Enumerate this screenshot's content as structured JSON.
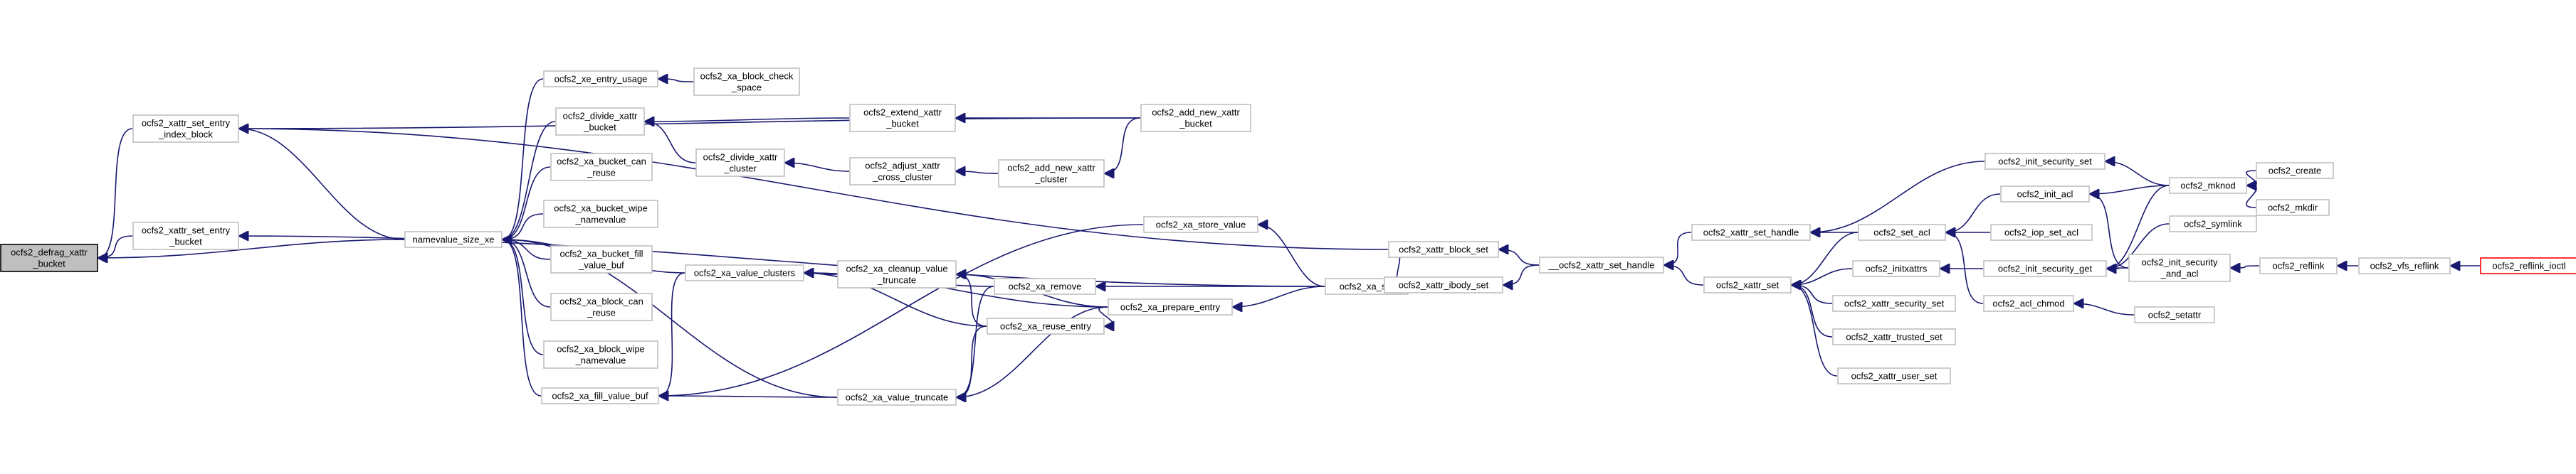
{
  "graph": {
    "colors": {
      "edge": "#191970",
      "root_fill": "#bfbfbf",
      "node_border": "#bfbfbf",
      "highlight_border": "#ff0000"
    },
    "nodes": [
      {
        "id": "defrag",
        "lines": [
          "ocfs2_defrag_xattr",
          "_bucket"
        ],
        "root": true
      },
      {
        "id": "set_entry_index",
        "lines": [
          "ocfs2_xattr_set_entry",
          "_index_block"
        ]
      },
      {
        "id": "set_entry_bucket",
        "lines": [
          "ocfs2_xattr_set_entry",
          "_bucket"
        ]
      },
      {
        "id": "namevalue_size",
        "lines": [
          "namevalue_size_xe"
        ]
      },
      {
        "id": "xe_entry_usage",
        "lines": [
          "ocfs2_xe_entry_usage"
        ]
      },
      {
        "id": "block_check_space",
        "lines": [
          "ocfs2_xa_block_check",
          "_space"
        ]
      },
      {
        "id": "divide_bucket",
        "lines": [
          "ocfs2_divide_xattr",
          "_bucket"
        ]
      },
      {
        "id": "extend_bucket",
        "lines": [
          "ocfs2_extend_xattr",
          "_bucket"
        ]
      },
      {
        "id": "add_new_bucket",
        "lines": [
          "ocfs2_add_new_xattr",
          "_bucket"
        ]
      },
      {
        "id": "divide_cluster",
        "lines": [
          "ocfs2_divide_xattr",
          "_cluster"
        ]
      },
      {
        "id": "adjust_cross",
        "lines": [
          "ocfs2_adjust_xattr",
          "_cross_cluster"
        ]
      },
      {
        "id": "add_new_cluster",
        "lines": [
          "ocfs2_add_new_xattr",
          "_cluster"
        ]
      },
      {
        "id": "bucket_can_reuse",
        "lines": [
          "ocfs2_xa_bucket_can",
          "_reuse"
        ]
      },
      {
        "id": "bucket_wipe",
        "lines": [
          "ocfs2_xa_bucket_wipe",
          "_namevalue"
        ]
      },
      {
        "id": "bucket_fill",
        "lines": [
          "ocfs2_xa_bucket_fill",
          "_value_buf"
        ]
      },
      {
        "id": "block_can_reuse",
        "lines": [
          "ocfs2_xa_block_can",
          "_reuse"
        ]
      },
      {
        "id": "block_wipe",
        "lines": [
          "ocfs2_xa_block_wipe",
          "_namevalue"
        ]
      },
      {
        "id": "fill_value_buf",
        "lines": [
          "ocfs2_xa_fill_value_buf"
        ]
      },
      {
        "id": "store_value",
        "lines": [
          "ocfs2_xa_store_value"
        ]
      },
      {
        "id": "value_clusters",
        "lines": [
          "ocfs2_xa_value_clusters"
        ]
      },
      {
        "id": "cleanup_truncate",
        "lines": [
          "ocfs2_xa_cleanup_value",
          "_truncate"
        ]
      },
      {
        "id": "xa_remove",
        "lines": [
          "ocfs2_xa_remove"
        ]
      },
      {
        "id": "reuse_entry",
        "lines": [
          "ocfs2_xa_reuse_entry"
        ]
      },
      {
        "id": "value_truncate",
        "lines": [
          "ocfs2_xa_value_truncate"
        ]
      },
      {
        "id": "prepare_entry",
        "lines": [
          "ocfs2_xa_prepare_entry"
        ]
      },
      {
        "id": "xa_set",
        "lines": [
          "ocfs2_xa_set"
        ]
      },
      {
        "id": "block_set",
        "lines": [
          "ocfs2_xattr_block_set"
        ]
      },
      {
        "id": "ibody_set",
        "lines": [
          "ocfs2_xattr_ibody_set"
        ]
      },
      {
        "id": "set_handle_internal",
        "lines": [
          "__ocfs2_xattr_set_handle"
        ]
      },
      {
        "id": "set_handle",
        "lines": [
          "ocfs2_xattr_set_handle"
        ]
      },
      {
        "id": "xattr_set",
        "lines": [
          "ocfs2_xattr_set"
        ]
      },
      {
        "id": "init_security_set",
        "lines": [
          "ocfs2_init_security_set"
        ]
      },
      {
        "id": "set_acl",
        "lines": [
          "ocfs2_set_acl"
        ]
      },
      {
        "id": "init_acl",
        "lines": [
          "ocfs2_init_acl"
        ]
      },
      {
        "id": "iop_set_acl",
        "lines": [
          "ocfs2_iop_set_acl"
        ]
      },
      {
        "id": "initxattrs",
        "lines": [
          "ocfs2_initxattrs"
        ]
      },
      {
        "id": "init_security_get",
        "lines": [
          "ocfs2_init_security_get"
        ]
      },
      {
        "id": "acl_chmod",
        "lines": [
          "ocfs2_acl_chmod"
        ]
      },
      {
        "id": "security_set",
        "lines": [
          "ocfs2_xattr_security_set"
        ]
      },
      {
        "id": "trusted_set",
        "lines": [
          "ocfs2_xattr_trusted_set"
        ]
      },
      {
        "id": "user_set",
        "lines": [
          "ocfs2_xattr_user_set"
        ]
      },
      {
        "id": "mknod",
        "lines": [
          "ocfs2_mknod"
        ]
      },
      {
        "id": "symlink",
        "lines": [
          "ocfs2_symlink"
        ]
      },
      {
        "id": "init_security_and_acl",
        "lines": [
          "ocfs2_init_security",
          "_and_acl"
        ]
      },
      {
        "id": "setattr",
        "lines": [
          "ocfs2_setattr"
        ]
      },
      {
        "id": "create",
        "lines": [
          "ocfs2_create"
        ]
      },
      {
        "id": "mkdir",
        "lines": [
          "ocfs2_mkdir"
        ]
      },
      {
        "id": "reflink",
        "lines": [
          "ocfs2_reflink"
        ]
      },
      {
        "id": "vfs_reflink",
        "lines": [
          "ocfs2_vfs_reflink"
        ]
      },
      {
        "id": "reflink_ioctl",
        "lines": [
          "ocfs2_reflink_ioctl"
        ],
        "highlight": true
      }
    ],
    "edges": [
      [
        "set_entry_index",
        "defrag"
      ],
      [
        "set_entry_bucket",
        "defrag"
      ],
      [
        "namevalue_size",
        "defrag"
      ],
      [
        "namevalue_size",
        "set_entry_index"
      ],
      [
        "xe_entry_usage",
        "namevalue_size"
      ],
      [
        "block_check_space",
        "xe_entry_usage"
      ],
      [
        "divide_bucket",
        "namevalue_size"
      ],
      [
        "extend_bucket",
        "divide_bucket"
      ],
      [
        "add_new_bucket",
        "extend_bucket"
      ],
      [
        "add_new_bucket",
        "set_entry_index"
      ],
      [
        "divide_cluster",
        "divide_bucket"
      ],
      [
        "adjust_cross",
        "divide_cluster"
      ],
      [
        "add_new_cluster",
        "adjust_cross"
      ],
      [
        "add_new_bucket",
        "add_new_cluster"
      ],
      [
        "bucket_can_reuse",
        "namevalue_size"
      ],
      [
        "bucket_wipe",
        "namevalue_size"
      ],
      [
        "bucket_fill",
        "namevalue_size"
      ],
      [
        "block_can_reuse",
        "namevalue_size"
      ],
      [
        "block_wipe",
        "namevalue_size"
      ],
      [
        "fill_value_buf",
        "namevalue_size"
      ],
      [
        "value_clusters",
        "namevalue_size"
      ],
      [
        "value_truncate",
        "namevalue_size"
      ],
      [
        "value_clusters",
        "fill_value_buf"
      ],
      [
        "value_truncate",
        "fill_value_buf"
      ],
      [
        "cleanup_truncate",
        "value_clusters"
      ],
      [
        "xa_remove",
        "value_clusters"
      ],
      [
        "reuse_entry",
        "value_clusters"
      ],
      [
        "prepare_entry",
        "value_clusters"
      ],
      [
        "store_value",
        "fill_value_buf"
      ],
      [
        "xa_set",
        "store_value"
      ],
      [
        "reuse_entry",
        "cleanup_truncate"
      ],
      [
        "prepare_entry",
        "cleanup_truncate"
      ],
      [
        "xa_remove",
        "value_truncate"
      ],
      [
        "reuse_entry",
        "value_truncate"
      ],
      [
        "prepare_entry",
        "value_truncate"
      ],
      [
        "xa_set",
        "xa_remove"
      ],
      [
        "xa_set",
        "prepare_entry"
      ],
      [
        "prepare_entry",
        "reuse_entry"
      ],
      [
        "xa_set",
        "set_entry_bucket"
      ],
      [
        "block_set",
        "set_entry_index"
      ],
      [
        "block_set",
        "xa_set"
      ],
      [
        "ibody_set",
        "xa_set"
      ],
      [
        "set_handle_internal",
        "block_set"
      ],
      [
        "set_handle_internal",
        "ibody_set"
      ],
      [
        "set_handle",
        "set_handle_internal"
      ],
      [
        "xattr_set",
        "set_handle_internal"
      ],
      [
        "init_security_set",
        "set_handle"
      ],
      [
        "set_acl",
        "set_handle"
      ],
      [
        "set_acl",
        "xattr_set"
      ],
      [
        "initxattrs",
        "xattr_set"
      ],
      [
        "security_set",
        "xattr_set"
      ],
      [
        "trusted_set",
        "xattr_set"
      ],
      [
        "user_set",
        "xattr_set"
      ],
      [
        "init_acl",
        "set_acl"
      ],
      [
        "iop_set_acl",
        "set_acl"
      ],
      [
        "acl_chmod",
        "set_acl"
      ],
      [
        "init_security_get",
        "initxattrs"
      ],
      [
        "mknod",
        "init_security_set"
      ],
      [
        "mknod",
        "init_acl"
      ],
      [
        "mknod",
        "init_security_get"
      ],
      [
        "symlink",
        "init_security_get"
      ],
      [
        "init_security_and_acl",
        "init_security_get"
      ],
      [
        "init_security_and_acl",
        "init_acl"
      ],
      [
        "setattr",
        "acl_chmod"
      ],
      [
        "create",
        "mknod"
      ],
      [
        "mkdir",
        "mknod"
      ],
      [
        "reflink",
        "init_security_and_acl"
      ],
      [
        "vfs_reflink",
        "reflink"
      ],
      [
        "reflink_ioctl",
        "vfs_reflink"
      ]
    ]
  }
}
